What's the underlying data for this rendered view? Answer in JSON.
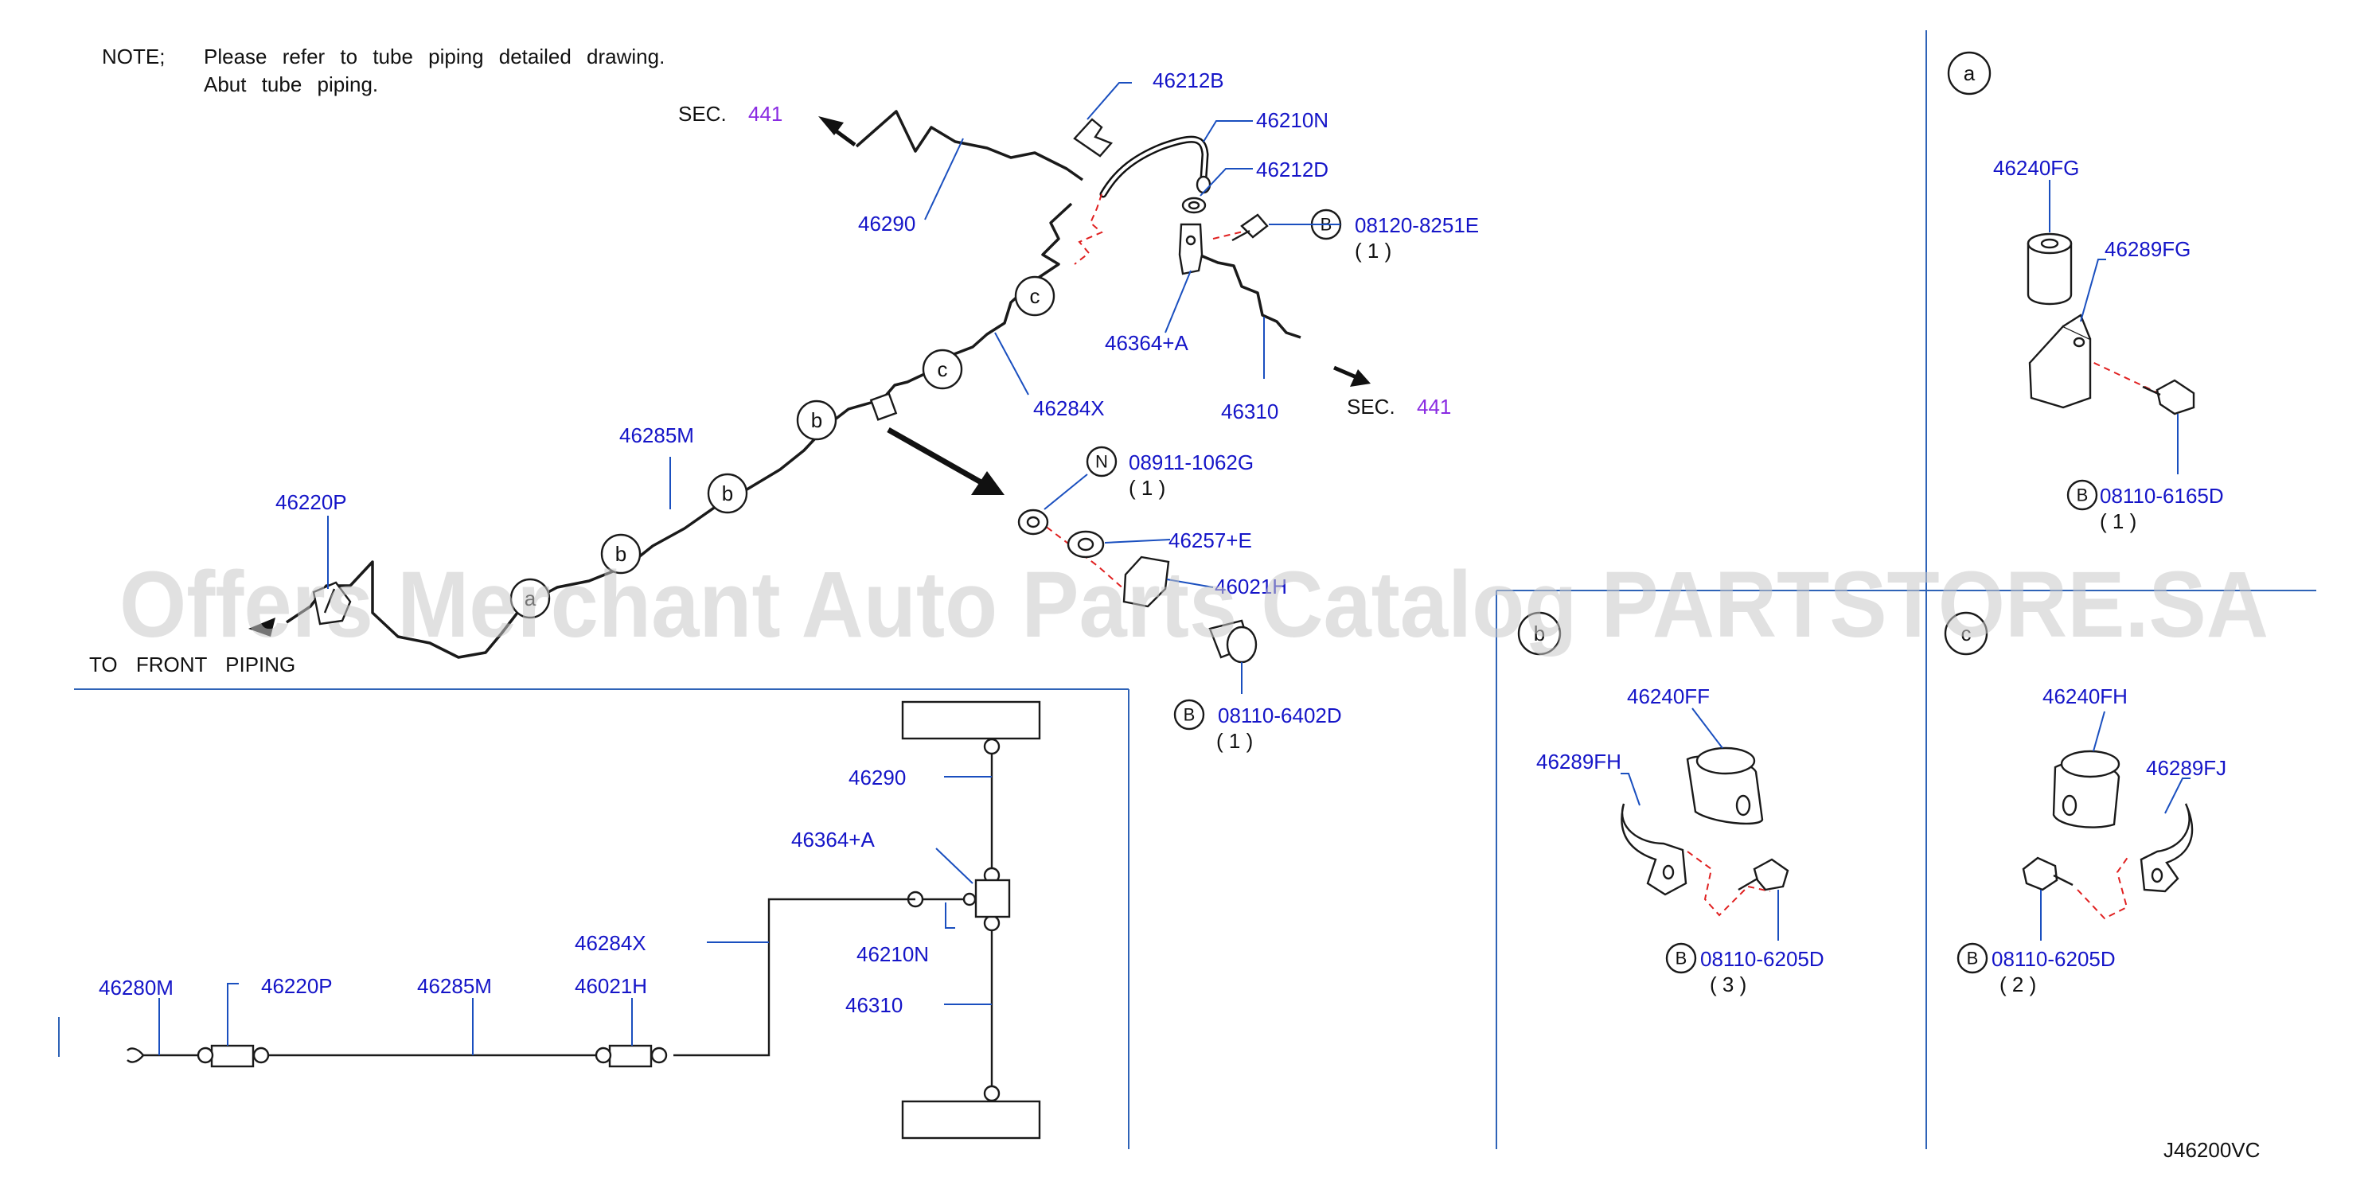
{
  "note": {
    "prefix": "NOTE;",
    "line1": "Please refer to tube piping detailed drawing.",
    "line2": "Abut tube piping."
  },
  "sec": {
    "prefix": "SEC.",
    "number": "441"
  },
  "to_front": "TO FRONT PIPING",
  "diagram_code": "J46200VC",
  "watermark": "Offers Merchant Auto Parts Catalog PARTSTORE.SA",
  "clip_letters": {
    "a": "a",
    "b": "b",
    "c": "c"
  },
  "fastener_letters": {
    "B": "B",
    "N": "N"
  },
  "parts": {
    "p46212B": "46212B",
    "p46210N": "46210N",
    "p46212D": "46212D",
    "p46290": "46290",
    "bolt1": "08120-8251E",
    "bolt1_qty": "( 1 )",
    "p46364A": "46364+A",
    "p46310": "46310",
    "p46284X": "46284X",
    "p46285M": "46285M",
    "p46220P": "46220P",
    "nut": "08911-1062G",
    "nut_qty": "( 1 )",
    "p46257E": "46257+E",
    "p46021H": "46021H",
    "bolt2": "08110-6402D",
    "bolt2_qty": "( 1 )",
    "p46280M": "46280M"
  },
  "detail_a": {
    "label": "a",
    "p1": "46240FG",
    "p2": "46289FG",
    "bolt": "08110-6165D",
    "qty": "( 1 )"
  },
  "detail_b": {
    "label": "b",
    "p1": "46240FF",
    "p2": "46289FH",
    "bolt": "08110-6205D",
    "qty": "( 3 )"
  },
  "detail_c": {
    "label": "c",
    "p1": "46240FH",
    "p2": "46289FJ",
    "bolt": "08110-6205D",
    "qty": "( 2 )"
  }
}
